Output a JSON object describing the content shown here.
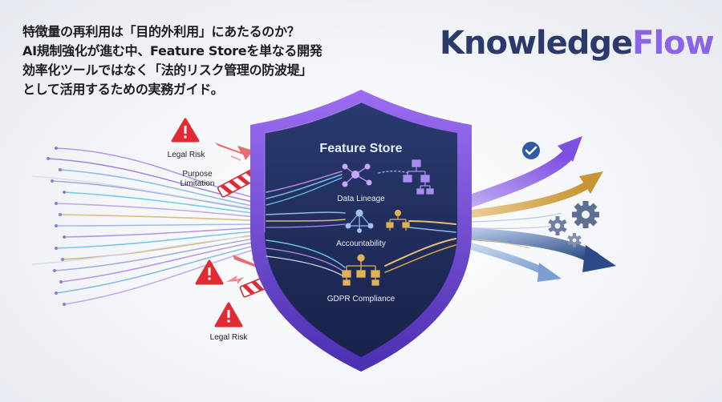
{
  "headline": {
    "line1": "特徴量の再利用は「目的外利用」にあたるのか？",
    "line2": "AI規制強化が進む中、Feature Storeを単なる開発",
    "line3": "効率化ツールではなく「法的リスク管理の防波堤」",
    "line4": "として活用するための実務ガイド。"
  },
  "brand": {
    "part1": "Knowledge",
    "part2": "Flow"
  },
  "shield": {
    "title": "Feature Store",
    "labels": {
      "data_lineage": "Data Lineage",
      "accountability": "Accountability",
      "gdpr": "GDPR Compliance"
    }
  },
  "risks": {
    "top_label": "Legal Risk",
    "purpose_line1": "Purpose",
    "purpose_line2": "Limitation",
    "bottom_label": "Legal Risk"
  },
  "icons": [
    "warning-icon",
    "barrier-icon",
    "network-node-icon",
    "hierarchy-icon",
    "check-icon",
    "gear-icon"
  ],
  "colors": {
    "brand_dark": "#2b3a6b",
    "brand_accent": "#8a63e6",
    "shield_border": "#7b4fe0",
    "shield_inner": "#1e2c55",
    "risk_red": "#e02b35",
    "gold": "#d9a94a",
    "cyan": "#3fc6e8"
  }
}
